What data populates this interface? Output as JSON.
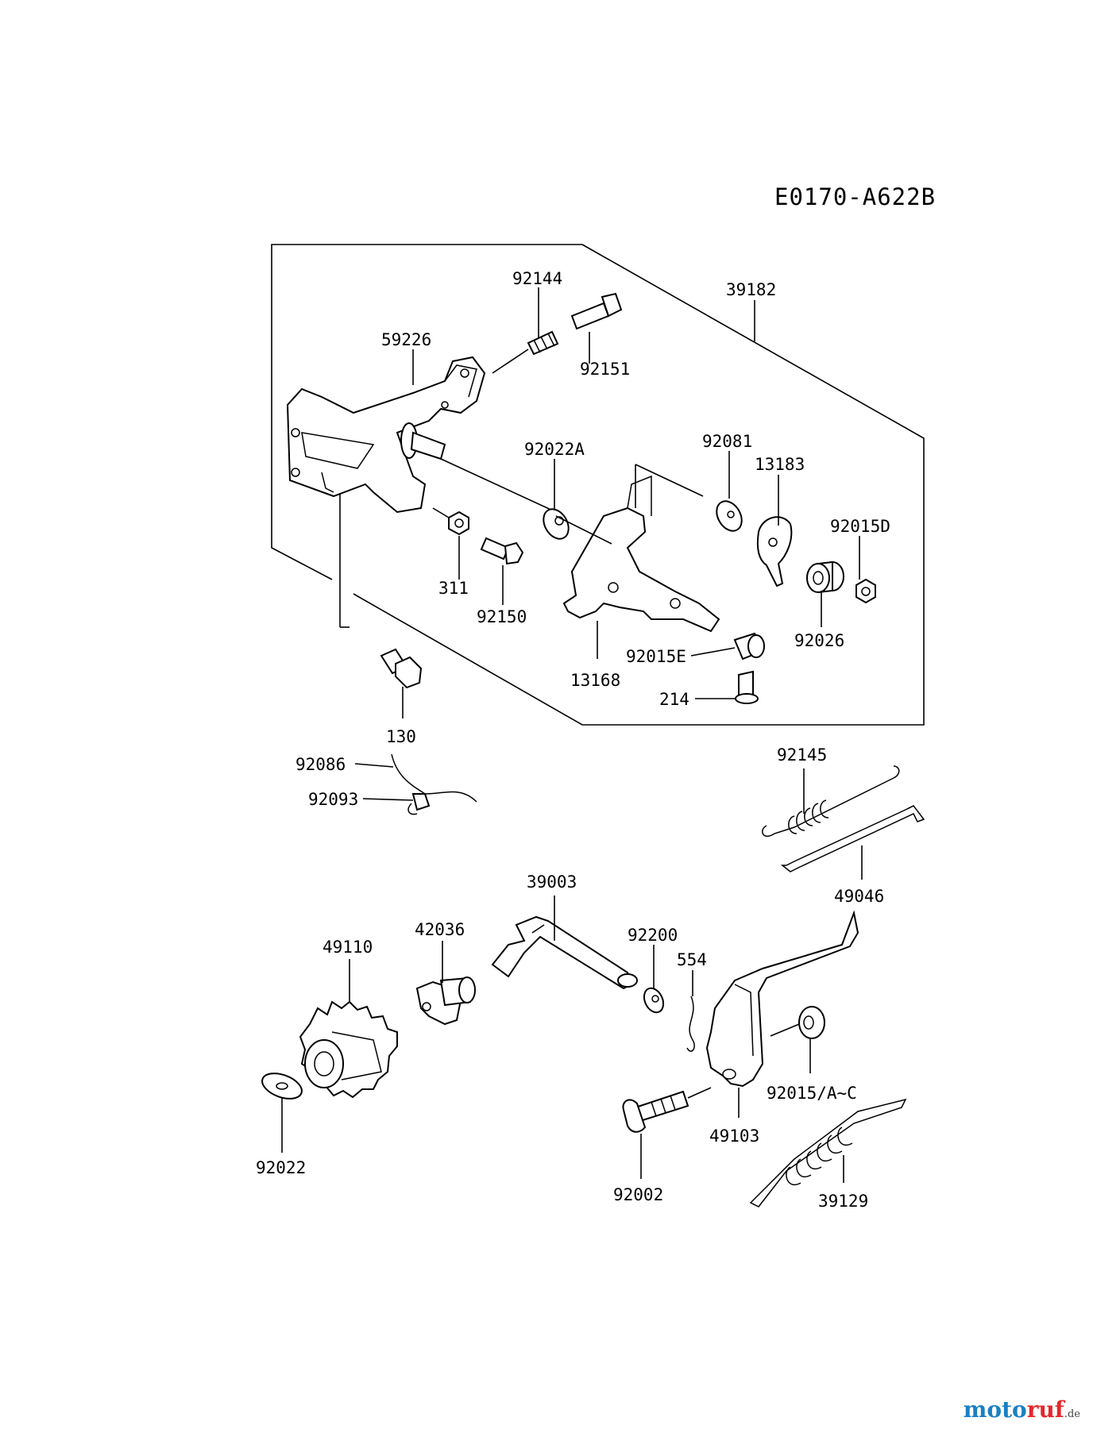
{
  "diagram_code": "E0170-A622B",
  "labels": {
    "p92144": "92144",
    "p39182": "39182",
    "p59226": "59226",
    "p92151": "92151",
    "p92022A": "92022A",
    "p92081": "92081",
    "p13183": "13183",
    "p92015D": "92015D",
    "p311": "311",
    "p92150": "92150",
    "p92026": "92026",
    "p92015E": "92015E",
    "p13168": "13168",
    "p214": "214",
    "p130": "130",
    "p92086": "92086",
    "p92093": "92093",
    "p92145": "92145",
    "p49046": "49046",
    "p39003": "39003",
    "p42036": "42036",
    "p49110": "49110",
    "p92200": "92200",
    "p554": "554",
    "p92015AC": "92015/A~C",
    "p49103": "49103",
    "p92022": "92022",
    "p92002": "92002",
    "p39129": "39129"
  },
  "brand": {
    "part1": "moto",
    "part2": "ruf",
    "part3": ".de"
  }
}
